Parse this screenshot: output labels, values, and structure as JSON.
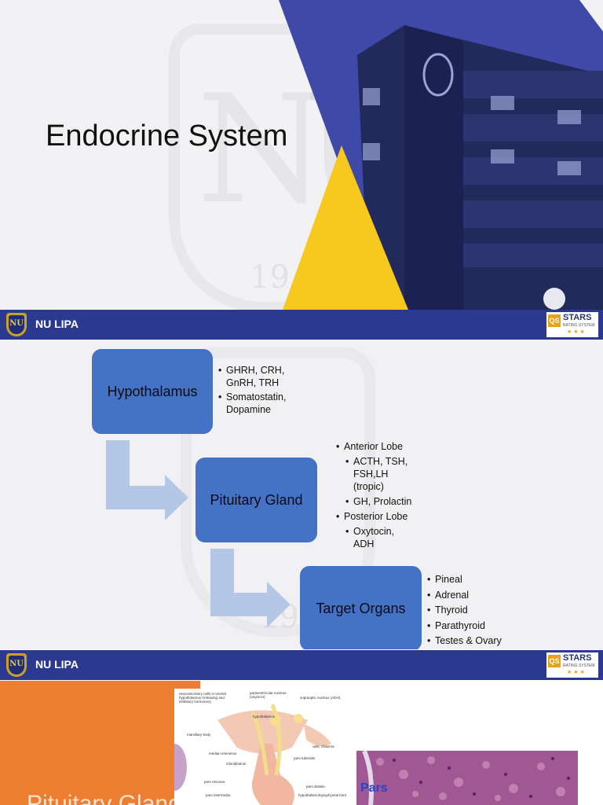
{
  "slide1": {
    "title": "Endocrine System"
  },
  "footer": {
    "brand": "NU LIPA",
    "logo_text": "NU",
    "qs_text": "QS",
    "stars_text": "STARS",
    "rating_text": "RATING SYSTEM"
  },
  "slide2": {
    "boxes": [
      "Hypothalamus",
      "Pituitary Gland",
      "Target Organs"
    ],
    "hypothalamus_bullets": [
      "GHRH, CRH, GnRH, TRH",
      "Somatostatin, Dopamine"
    ],
    "pituitary_bullets": {
      "anterior": "Anterior Lobe",
      "anterior_items": [
        "ACTH, TSH, FSH,LH (tropic)",
        "GH, Prolactin"
      ],
      "posterior": "Posterior Lobe",
      "posterior_items": [
        "Oxytocin, ADH"
      ]
    },
    "target_bullets": [
      "Pineal",
      "Adrenal",
      "Thyroid",
      "Parathyroid",
      "Testes & Ovary"
    ]
  },
  "slide3": {
    "title": "Pituitary Gland",
    "micro_label": "Pars",
    "diagram_labels": [
      "neurosecretory cells in ventral hypothalamus (releasing and inhibitory hormones)",
      "paraventricular nucleus (oxytocin)",
      "supraoptic nucleus (ADH)",
      "hypothalamus",
      "mamillary body",
      "median eminence",
      "infundibulum",
      "pars tuberalis",
      "optic chiasma",
      "pars nervosa",
      "pars intermedia",
      "pars distalis",
      "hypothalamohypophyseal tract"
    ]
  },
  "colors": {
    "navy": "#2b3a8f",
    "box_blue": "#4472c4",
    "arrow": "#b4c7e7",
    "yellow": "#f7c81e",
    "orange": "#ed7d31"
  }
}
